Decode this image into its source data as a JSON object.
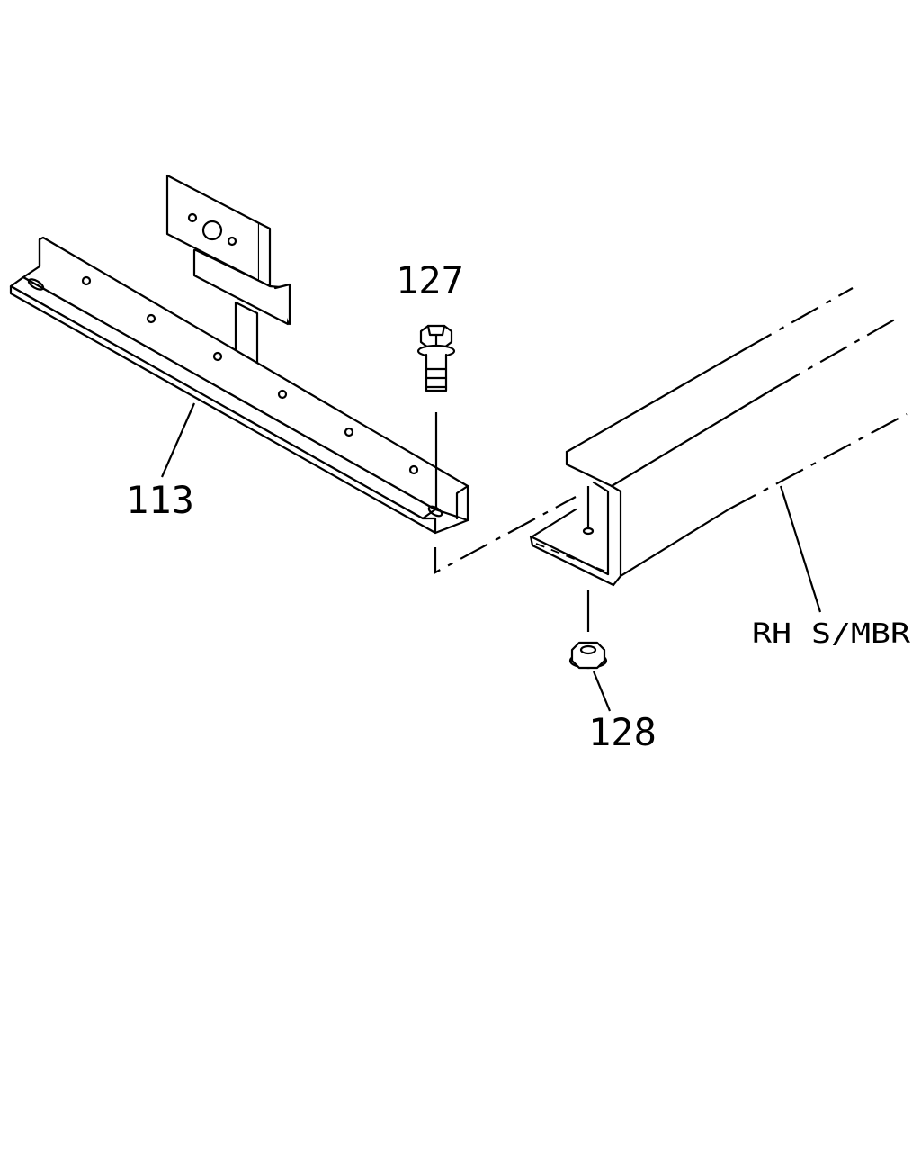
{
  "diagram": {
    "labels": {
      "part_113": "113",
      "part_127": "127",
      "part_128": "128",
      "rh_smbr": "RH S/MBR"
    }
  }
}
